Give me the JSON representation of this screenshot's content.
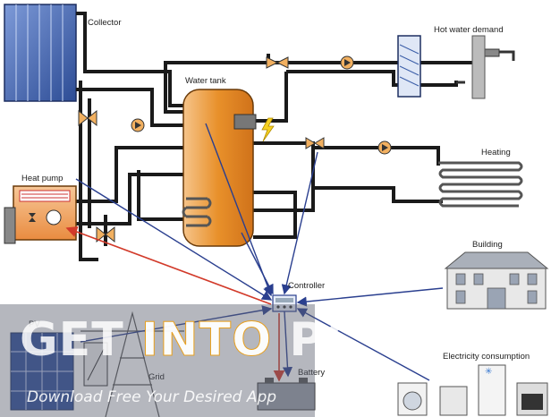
{
  "labels": {
    "collector": "Collector",
    "water_tank": "Water tank",
    "hot_water_demand": "Hot water demand",
    "heating": "Heating",
    "heat_pump": "Heat pump",
    "building": "Building",
    "controller": "Controller",
    "pv": "PV",
    "grid": "Grid",
    "battery": "Battery",
    "electricity_consumption": "Electricity consumption"
  },
  "watermark": {
    "title_part1": "GET ",
    "title_part2": "INTO",
    "title_part3": " PC",
    "subtitle": "Download Free Your Desired App"
  },
  "colors": {
    "pipe": "#1a1a1a",
    "tank": "#e8902a",
    "flow_arrow": "#2a3f8f",
    "power_arrow": "#d23a2a",
    "panel": "#3b5ea8",
    "heat_pump": "#f0a860"
  }
}
